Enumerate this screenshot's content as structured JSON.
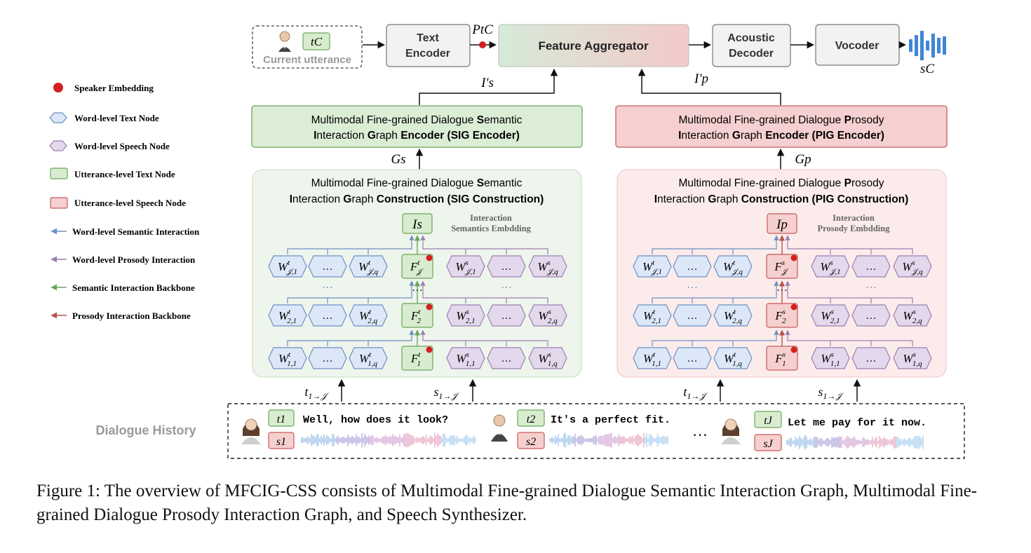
{
  "legend": {
    "items": [
      {
        "label": "Speaker Embedding"
      },
      {
        "label": "Word-level Text Node"
      },
      {
        "label": "Word-level Speech Node"
      },
      {
        "label": "Utterance-level Text Node"
      },
      {
        "label": "Utterance-level Speech Node"
      },
      {
        "label": "Word-level Semantic Interaction"
      },
      {
        "label": "Word-level Prosody Interaction"
      },
      {
        "label": "Semantic Interaction Backbone"
      },
      {
        "label": "Prosody Interaction Backbone"
      }
    ]
  },
  "top": {
    "current_utterance": "Current utterance",
    "t_c": "tC",
    "text_encoder": [
      "Text",
      "Encoder"
    ],
    "p_tc": "PtC",
    "feature_aggregator": "Feature Aggregator",
    "acoustic_decoder": [
      "Acoustic",
      "Decoder"
    ],
    "vocoder": "Vocoder",
    "s_c": "sC",
    "i_s_prime": "I's",
    "i_p_prime": "I'p"
  },
  "sig_encoder": {
    "line1": [
      "Multimodal Fine-grained Dialogue ",
      "S",
      "emantic"
    ],
    "line2": [
      "I",
      "nteraction ",
      "G",
      "raph ",
      "Encoder (SIG Encoder)"
    ]
  },
  "pig_encoder": {
    "line1": [
      "Multimodal Fine-grained Dialogue ",
      "P",
      "rosody"
    ],
    "line2": [
      "I",
      "nteraction ",
      "G",
      "raph ",
      "Encoder (PIG Encoder)"
    ]
  },
  "g_s": "Gs",
  "g_p": "Gp",
  "sig_construction": {
    "line1": [
      "Multimodal Fine-grained Dialogue ",
      "S",
      "emantic"
    ],
    "line2": [
      "I",
      "nteraction ",
      "G",
      "raph ",
      "Construction (SIG Construction)"
    ],
    "top_node": "Is",
    "embedding_label": [
      "Interaction",
      "Semantics Embdding"
    ]
  },
  "pig_construction": {
    "line1": [
      "Multimodal Fine-grained Dialogue ",
      "P",
      "rosody"
    ],
    "line2": [
      "I",
      "nteraction ",
      "G",
      "raph ",
      "Construction (PIG Construction)"
    ],
    "top_node": "Ip",
    "embedding_label": [
      "Interaction",
      "Prosody Embdding"
    ]
  },
  "graph_rows": [
    {
      "index": "J",
      "text_nodes": [
        "W^t_J,1",
        "…",
        "W^t_J,q"
      ],
      "utt_node": "F^t_J",
      "speech_nodes": [
        "W^s_J,1",
        "…",
        "W^s_J,q"
      ]
    },
    {
      "index": "2",
      "text_nodes": [
        "W^t_2,1",
        "…",
        "W^t_2,q"
      ],
      "utt_node": "F^t_2",
      "speech_nodes": [
        "W^s_2,1",
        "…",
        "W^s_2,q"
      ]
    },
    {
      "index": "1",
      "text_nodes": [
        "W^t_1,1",
        "…",
        "W^t_1,q"
      ],
      "utt_node": "F^t_1",
      "speech_nodes": [
        "W^s_1,1",
        "…",
        "W^s_1,q"
      ]
    }
  ],
  "inputs": {
    "t_seq": "t1→J",
    "s_seq": "s1→J"
  },
  "dialogue_history": {
    "label": "Dialogue History",
    "turns": [
      {
        "t": "t1",
        "s": "s1",
        "text": "Well, how does it look?"
      },
      {
        "t": "t2",
        "s": "s2",
        "text": "It's a perfect fit."
      },
      {
        "t": "tJ",
        "s": "sJ",
        "text": "Let me pay for it now."
      }
    ],
    "ellipsis": "…"
  },
  "caption": "Figure 1: The overview of MFCIG-CSS consists of Multimodal Fine-grained Dialogue Semantic Interaction Graph, Multimodal Fine-grained Dialogue Prosody Interaction Graph, and Speech Synthesizer.",
  "colors": {
    "text_node_fill": "#dce8f8",
    "text_node_stroke": "#6d8fc4",
    "speech_node_fill": "#e4d8ec",
    "speech_node_stroke": "#9a7fb3",
    "utt_text_fill": "#d8ecd0",
    "utt_text_stroke": "#6aa65a",
    "utt_speech_fill": "#f6cfcf",
    "utt_speech_stroke": "#c85a5a",
    "semantic_arrow": "#6aa65a",
    "prosody_arrow": "#b3544a",
    "word_sem_arrow": "#6d8fc4",
    "word_pro_arrow": "#9a7fb3",
    "speaker_dot": "#d42020"
  }
}
